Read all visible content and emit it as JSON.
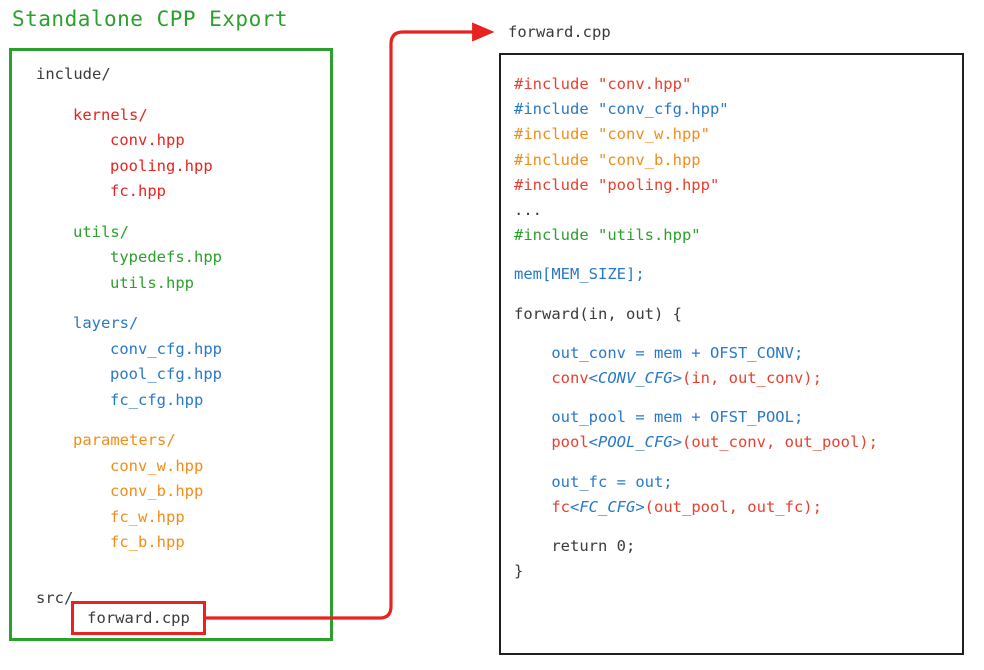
{
  "title": "Standalone CPP Export",
  "colors": {
    "green": "#2ca02c",
    "red": "#e8231f",
    "code_red": "#e8402e",
    "blue": "#2878c8",
    "orange": "#f28c18",
    "black": "#3b3b3b",
    "box_black": "#231f20"
  },
  "tree": {
    "lines": [
      {
        "text": "include/",
        "indent": 0,
        "color": "black"
      },
      {
        "text": "",
        "indent": 0,
        "spacer": true
      },
      {
        "text": "kernels/",
        "indent": 1,
        "color": "red"
      },
      {
        "text": "conv.hpp",
        "indent": 2,
        "color": "red"
      },
      {
        "text": "pooling.hpp",
        "indent": 2,
        "color": "red"
      },
      {
        "text": "fc.hpp",
        "indent": 2,
        "color": "red"
      },
      {
        "text": "",
        "indent": 0,
        "spacer": true
      },
      {
        "text": "utils/",
        "indent": 1,
        "color": "green"
      },
      {
        "text": "typedefs.hpp",
        "indent": 2,
        "color": "green"
      },
      {
        "text": "utils.hpp",
        "indent": 2,
        "color": "green"
      },
      {
        "text": "",
        "indent": 0,
        "spacer": true
      },
      {
        "text": "layers/",
        "indent": 1,
        "color": "blue"
      },
      {
        "text": "conv_cfg.hpp",
        "indent": 2,
        "color": "blue"
      },
      {
        "text": "pool_cfg.hpp",
        "indent": 2,
        "color": "blue"
      },
      {
        "text": "fc_cfg.hpp",
        "indent": 2,
        "color": "blue"
      },
      {
        "text": "",
        "indent": 0,
        "spacer": true
      },
      {
        "text": "parameters/",
        "indent": 1,
        "color": "orange"
      },
      {
        "text": "conv_w.hpp",
        "indent": 2,
        "color": "orange"
      },
      {
        "text": "conv_b.hpp",
        "indent": 2,
        "color": "orange"
      },
      {
        "text": "fc_w.hpp",
        "indent": 2,
        "color": "orange"
      },
      {
        "text": "fc_b.hpp",
        "indent": 2,
        "color": "orange"
      },
      {
        "text": "",
        "indent": 0,
        "spacer": true
      },
      {
        "text": "",
        "indent": 0,
        "spacer": true
      },
      {
        "text": "src/",
        "indent": 0,
        "color": "black"
      }
    ],
    "highlighted_file": "forward.cpp"
  },
  "code_panel": {
    "label": "forward.cpp",
    "lines": [
      {
        "segments": [
          {
            "t": "#include \"conv.hpp\"",
            "c": "code_red"
          }
        ]
      },
      {
        "segments": [
          {
            "t": "#include \"conv_cfg.hpp\"",
            "c": "blue"
          }
        ]
      },
      {
        "segments": [
          {
            "t": "#include \"conv_w.hpp\"",
            "c": "orange"
          }
        ]
      },
      {
        "segments": [
          {
            "t": "#include \"conv_b.hpp",
            "c": "orange"
          }
        ]
      },
      {
        "segments": [
          {
            "t": "#include \"pooling.hpp\"",
            "c": "code_red"
          }
        ]
      },
      {
        "segments": [
          {
            "t": "...",
            "c": "black"
          }
        ]
      },
      {
        "segments": [
          {
            "t": "#include \"utils.hpp\"",
            "c": "green"
          }
        ]
      },
      {
        "gap": true
      },
      {
        "segments": [
          {
            "t": "mem[MEM_SIZE];",
            "c": "blue"
          }
        ]
      },
      {
        "gap": true
      },
      {
        "segments": [
          {
            "t": "forward(in, out) {",
            "c": "black"
          }
        ]
      },
      {
        "gap": true
      },
      {
        "segments": [
          {
            "t": "    out_conv = mem + OFST_CONV;",
            "c": "blue"
          }
        ]
      },
      {
        "segments": [
          {
            "t": "    conv",
            "c": "code_red"
          },
          {
            "t": "<CONV_CFG>",
            "c": "blue",
            "italic": true
          },
          {
            "t": "(in, out_conv);",
            "c": "code_red"
          }
        ]
      },
      {
        "gap": true
      },
      {
        "segments": [
          {
            "t": "    out_pool = mem + OFST_POOL;",
            "c": "blue"
          }
        ]
      },
      {
        "segments": [
          {
            "t": "    pool",
            "c": "code_red"
          },
          {
            "t": "<POOL_CFG>",
            "c": "blue",
            "italic": true
          },
          {
            "t": "(out_conv, out_pool);",
            "c": "code_red"
          }
        ]
      },
      {
        "gap": true
      },
      {
        "segments": [
          {
            "t": "    out_fc = out;",
            "c": "blue"
          }
        ]
      },
      {
        "segments": [
          {
            "t": "    fc",
            "c": "code_red"
          },
          {
            "t": "<FC_CFG>",
            "c": "blue",
            "italic": true
          },
          {
            "t": "(out_pool, out_fc);",
            "c": "code_red"
          }
        ]
      },
      {
        "gap": true
      },
      {
        "segments": [
          {
            "t": "    return 0;",
            "c": "black"
          }
        ]
      },
      {
        "segments": [
          {
            "t": "}",
            "c": "black"
          }
        ]
      }
    ]
  }
}
